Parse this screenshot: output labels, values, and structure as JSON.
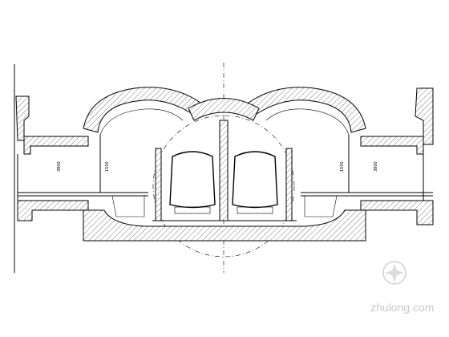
{
  "drawing": {
    "dim_labels": {
      "left_wall_height": "3800",
      "right_wall_height": "3800",
      "left_span_height": "1550",
      "right_span_height": "1550"
    }
  },
  "watermark": {
    "text": "zhulong.com"
  },
  "colors": {
    "line": "#000000",
    "background": "#ffffff",
    "watermark": "#c9c9c9"
  }
}
